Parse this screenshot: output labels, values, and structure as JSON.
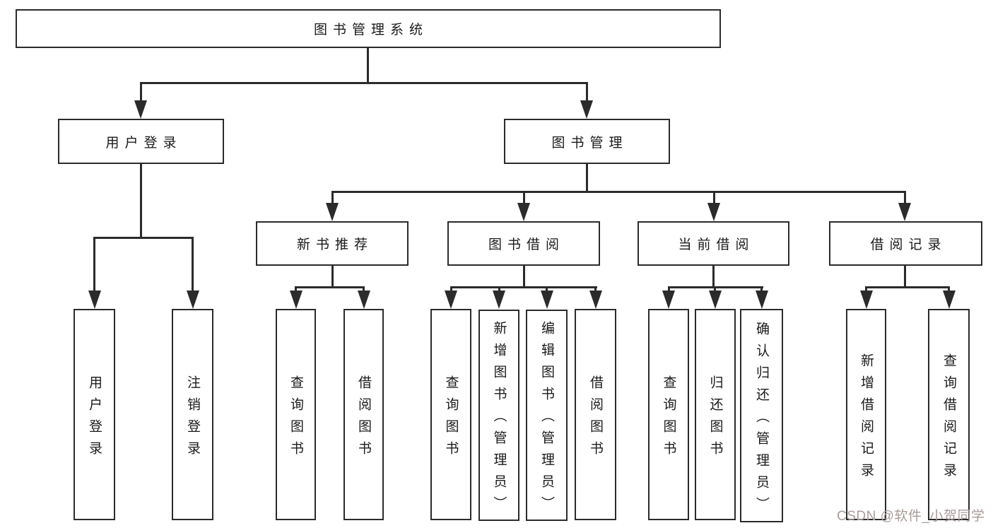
{
  "diagram": {
    "title": "图书管理系统",
    "nodes": {
      "root": {
        "label": "图书管理系统"
      },
      "user_login": {
        "label": "用户登录"
      },
      "book_mgmt": {
        "label": "图书管理"
      },
      "new_rec": {
        "label": "新书推荐"
      },
      "borrow": {
        "label": "图书借阅"
      },
      "current": {
        "label": "当前借阅"
      },
      "records": {
        "label": "借阅记录"
      },
      "leaf_user_login": {
        "label": "用户登录"
      },
      "leaf_logout": {
        "label": "注销登录"
      },
      "leaf_nr_query": {
        "label": "查询图书"
      },
      "leaf_nr_borrow": {
        "label": "借阅图书"
      },
      "leaf_bb_query": {
        "label": "查询图书"
      },
      "leaf_bb_add": {
        "label": "新增图书（管理员）"
      },
      "leaf_bb_edit": {
        "label": "编辑图书（管理员）"
      },
      "leaf_bb_borrow": {
        "label": "借阅图书"
      },
      "leaf_cb_query": {
        "label": "查询图书"
      },
      "leaf_cb_return": {
        "label": "归还图书"
      },
      "leaf_cb_confirm": {
        "label": "确认归还（管理员）"
      },
      "leaf_br_add": {
        "label": "新增借阅记录"
      },
      "leaf_br_query": {
        "label": "查询借阅记录"
      }
    },
    "edges": [
      {
        "from": "图书管理系统",
        "to": "用户登录"
      },
      {
        "from": "图书管理系统",
        "to": "图书管理"
      },
      {
        "from": "用户登录",
        "to": "用户登录"
      },
      {
        "from": "用户登录",
        "to": "注销登录"
      },
      {
        "from": "图书管理",
        "to": "新书推荐"
      },
      {
        "from": "图书管理",
        "to": "图书借阅"
      },
      {
        "from": "图书管理",
        "to": "当前借阅"
      },
      {
        "from": "图书管理",
        "to": "借阅记录"
      },
      {
        "from": "新书推荐",
        "to": "查询图书"
      },
      {
        "from": "新书推荐",
        "to": "借阅图书"
      },
      {
        "from": "图书借阅",
        "to": "查询图书"
      },
      {
        "from": "图书借阅",
        "to": "新增图书（管理员）"
      },
      {
        "from": "图书借阅",
        "to": "编辑图书（管理员）"
      },
      {
        "from": "图书借阅",
        "to": "借阅图书"
      },
      {
        "from": "当前借阅",
        "to": "查询图书"
      },
      {
        "from": "当前借阅",
        "to": "归还图书"
      },
      {
        "from": "当前借阅",
        "to": "确认归还（管理员）"
      },
      {
        "from": "借阅记录",
        "to": "新增借阅记录"
      },
      {
        "from": "借阅记录",
        "to": "查询借阅记录"
      }
    ]
  },
  "watermark": {
    "text": "CSDN @软件_小贺同学",
    "color": "#a89b99"
  },
  "colors": {
    "line": "#2b2b2b",
    "text": "#1a1a1a",
    "background": "#ffffff"
  }
}
